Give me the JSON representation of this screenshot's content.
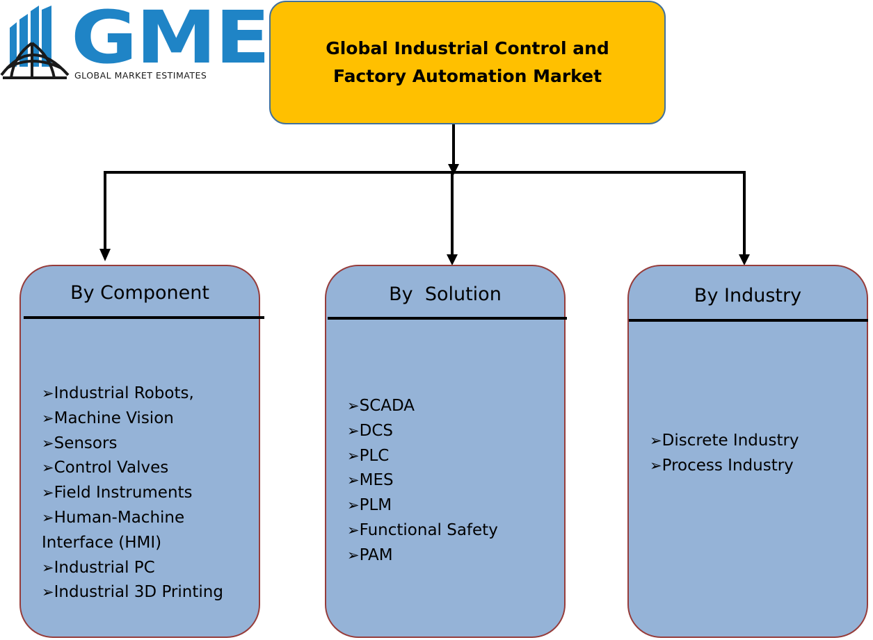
{
  "logo": {
    "wordmark": "GME",
    "tagline": "GLOBAL MARKET ESTIMATES",
    "color": "#1f84c6"
  },
  "root": {
    "title": "Global Industrial Control and\nFactory Automation  Market",
    "fill": "#ffc000",
    "border": "#41719c"
  },
  "categories": [
    {
      "title": "By Component",
      "items": [
        "Industrial Robots,",
        "Machine Vision",
        "Sensors",
        "Control Valves",
        "Field Instruments",
        "Human-Machine",
        "Interface (HMI)",
        "Industrial PC",
        "Industrial 3D Printing"
      ]
    },
    {
      "title": "By  Solution",
      "items": [
        "SCADA",
        "DCS",
        "PLC",
        "MES",
        "PLM",
        "Functional Safety",
        "PAM"
      ]
    },
    {
      "title": "By Industry",
      "items": [
        "Discrete Industry",
        "Process Industry"
      ]
    }
  ],
  "bullet_glyph": "➢",
  "colors": {
    "category_fill": "#95b3d7",
    "category_border": "#963c3a",
    "connector": "#000000"
  }
}
